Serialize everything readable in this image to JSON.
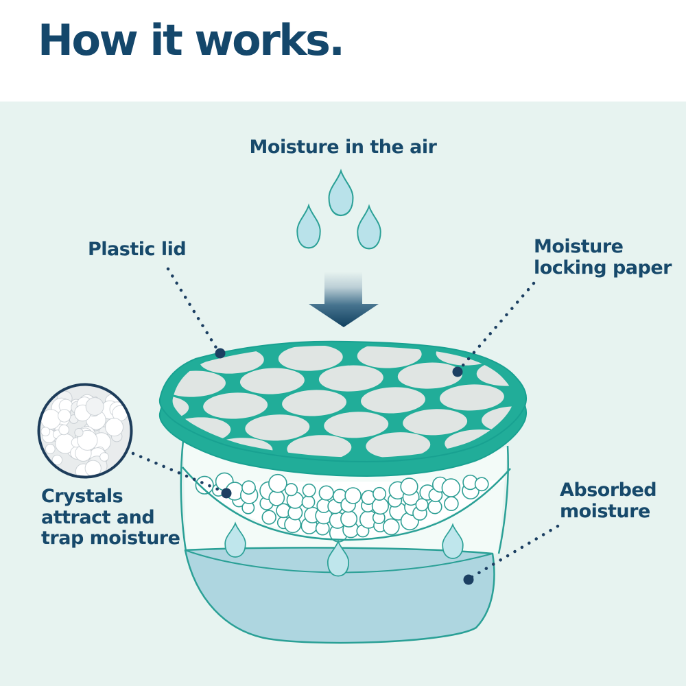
{
  "header": {
    "title": "How it works."
  },
  "diagram": {
    "air_label": "Moisture in the air",
    "callout_plastic_lid": "Plastic lid",
    "callout_locking_paper": "Moisture\nlocking paper",
    "callout_crystals": "Crystals\nattract and\ntrap moisture",
    "callout_absorbed": "Absorbed\nmoisture",
    "colors": {
      "header_background": "#ffffff",
      "diagram_background": "#e7f3f0",
      "title_text": "#14476b",
      "label_text": "#17496b",
      "lid_teal": "#21ad99",
      "outline_teal": "#2aa096",
      "paper_gray": "#e0e5e3",
      "water_blue": "#aed6e0",
      "droplet_blue": "#b9e2ea",
      "navy_accent": "#1c3f62",
      "crystal_white": "#ffffff"
    }
  }
}
